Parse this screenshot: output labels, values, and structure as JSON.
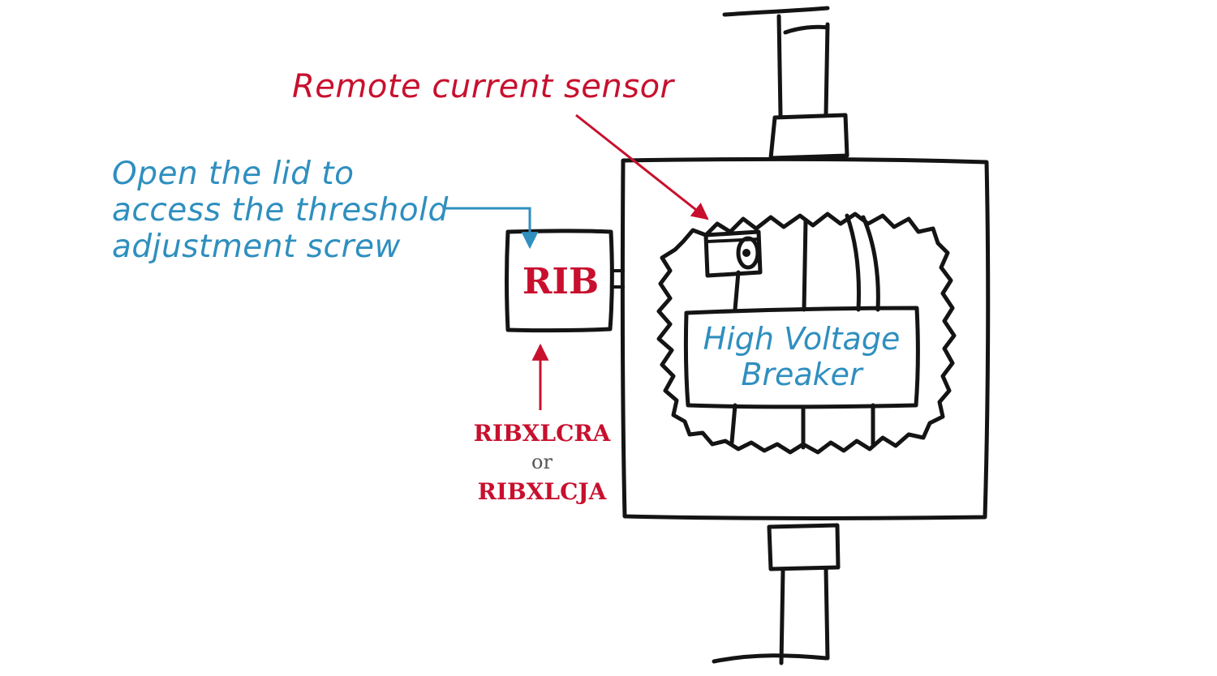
{
  "labels": {
    "remote_sensor": "Remote current sensor",
    "lid_line1": "Open the lid to",
    "lid_line2": "access the threshold",
    "lid_line3": "adjustment screw",
    "rib": "RIB",
    "breaker_line1": "High Voltage",
    "breaker_line2": "Breaker",
    "part_number_1": "RIBXLCRA",
    "part_separator": "or",
    "part_number_2": "RIBXLCJA"
  },
  "colors": {
    "ink": "#141414",
    "accent_red": "#c8102e",
    "accent_blue": "#2f8fbf",
    "muted": "#555555",
    "background": "#ffffff"
  }
}
